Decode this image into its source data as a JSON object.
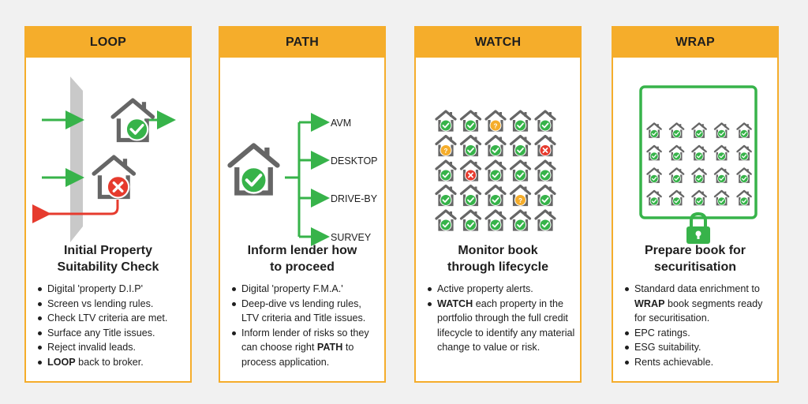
{
  "colors": {
    "accent": "#f5ad2b",
    "house": "#666666",
    "green": "#37b34a",
    "red": "#e63b2e",
    "amber": "#f5ad2b"
  },
  "cards": [
    {
      "header": "LOOP",
      "title_line1": "Initial Property",
      "title_line2": "Suitability Check",
      "bullets": [
        {
          "pre": "Digital 'property D.I.P'",
          "bold": "",
          "post": ""
        },
        {
          "pre": "Screen vs lending rules.",
          "bold": "",
          "post": ""
        },
        {
          "pre": "Check LTV criteria are met.",
          "bold": "",
          "post": ""
        },
        {
          "pre": "Surface any Title issues.",
          "bold": "",
          "post": ""
        },
        {
          "pre": "Reject invalid leads.",
          "bold": "",
          "post": ""
        },
        {
          "pre": "",
          "bold": "LOOP",
          "post": " back to broker."
        }
      ]
    },
    {
      "header": "PATH",
      "title_line1": "Inform lender how",
      "title_line2": "to proceed",
      "path_labels": [
        "AVM",
        "DESKTOP",
        "DRIVE-BY",
        "SURVEY"
      ],
      "bullets": [
        {
          "pre": "Digital 'property F.M.A.'",
          "bold": "",
          "post": ""
        },
        {
          "pre": "Deep-dive vs lending rules, LTV criteria and Title issues.",
          "bold": "",
          "post": ""
        },
        {
          "pre": "Inform lender of risks so they can choose right ",
          "bold": "PATH",
          "post": " to process application."
        }
      ]
    },
    {
      "header": "WATCH",
      "title_line1": "Monitor book",
      "title_line2": "through lifecycle",
      "grid_status": [
        [
          "ok",
          "ok",
          "warn",
          "ok",
          "ok"
        ],
        [
          "warn",
          "ok",
          "ok",
          "ok",
          "bad"
        ],
        [
          "ok",
          "bad",
          "ok",
          "ok",
          "ok"
        ],
        [
          "ok",
          "ok",
          "ok",
          "warn",
          "ok"
        ],
        [
          "ok",
          "ok",
          "ok",
          "ok",
          "ok"
        ]
      ],
      "bullets": [
        {
          "pre": "Active property alerts.",
          "bold": "",
          "post": ""
        },
        {
          "pre": "",
          "bold": "WATCH",
          "post": " each property in the portfolio through the full credit lifecycle to identify any material change to value or risk."
        }
      ]
    },
    {
      "header": "WRAP",
      "title_line1": "Prepare book for",
      "title_line2": "securitisation",
      "bullets": [
        {
          "pre": "Standard data enrichment to ",
          "bold": "WRAP",
          "post": " book segments ready for securitisation."
        },
        {
          "pre": "EPC ratings.",
          "bold": "",
          "post": ""
        },
        {
          "pre": "ESG suitability.",
          "bold": "",
          "post": ""
        },
        {
          "pre": "Rents achievable.",
          "bold": "",
          "post": ""
        }
      ]
    }
  ]
}
